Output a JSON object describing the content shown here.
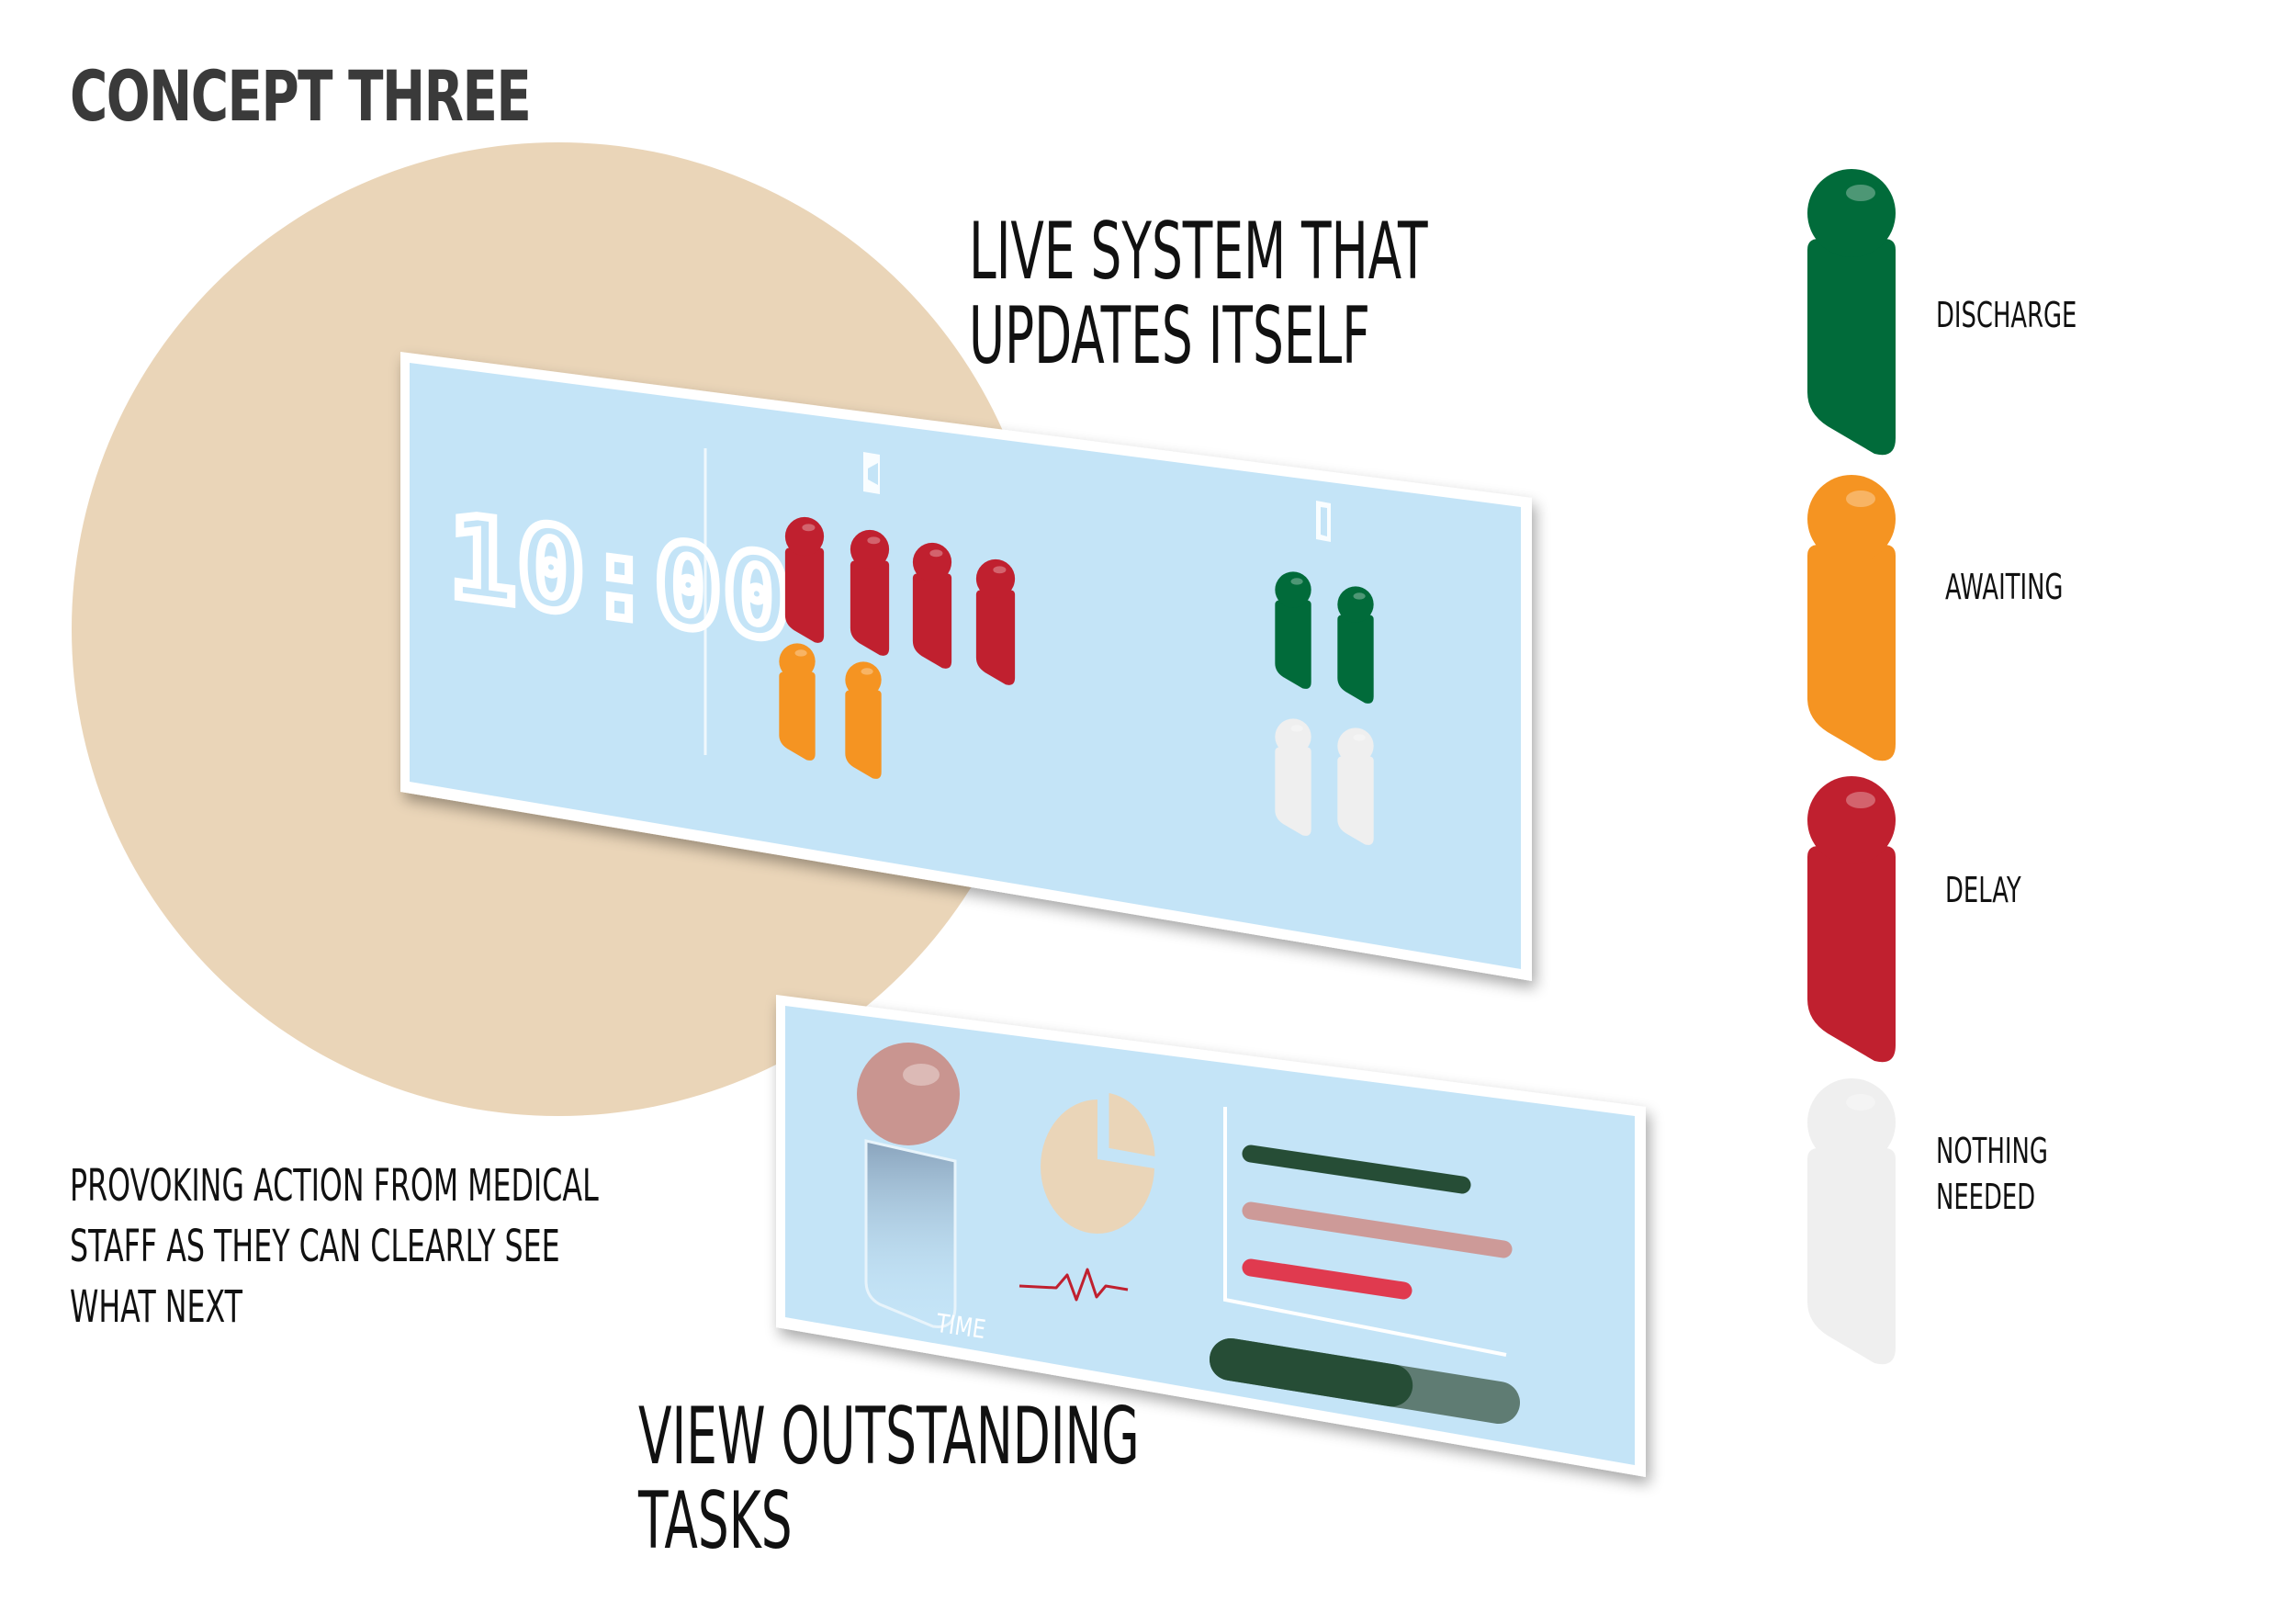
{
  "page": {
    "title": "CONCEPT THREE",
    "live_heading": [
      "LIVE SYSTEM THAT",
      "UPDATES ITSELF"
    ],
    "outstanding_heading": [
      "VIEW OUTSTANDING",
      "TASKS"
    ],
    "provoking_text": [
      "PROVOKING ACTION FROM MEDICAL",
      "STAFF AS THEY CAN CLEARLY SEE",
      "WHAT NEXT"
    ]
  },
  "colors": {
    "background_circle": "#ead5b8",
    "screen": "#c4e4f7",
    "discharge": "#016b3a",
    "awaiting": "#f59422",
    "delay": "#c0202f",
    "nothing_needed": "#efefef",
    "bar_dark": "#264d36",
    "bar_pink": "#cd9a98",
    "bar_red": "#e03a4f",
    "patient_head": "#c99590",
    "pie": "#ead5b8"
  },
  "legend": {
    "discharge": {
      "label": "DISCHARGE",
      "icon": "person-icon"
    },
    "awaiting": {
      "label": "AWAITING",
      "icon": "person-icon"
    },
    "delay": {
      "label": "DELAY",
      "icon": "person-icon"
    },
    "nothing_needed": {
      "label": [
        "NOTHING",
        "NEEDED"
      ],
      "icon": "person-icon"
    }
  },
  "live_screen": {
    "clock": "10:00",
    "ward_left": {
      "delay_count": 4,
      "awaiting_count": 2
    },
    "ward_right": {
      "discharge_count": 2,
      "nothing_needed_count": 2
    }
  },
  "tasks_screen": {
    "time_label": "TIME",
    "time_progress": 0.6
  }
}
